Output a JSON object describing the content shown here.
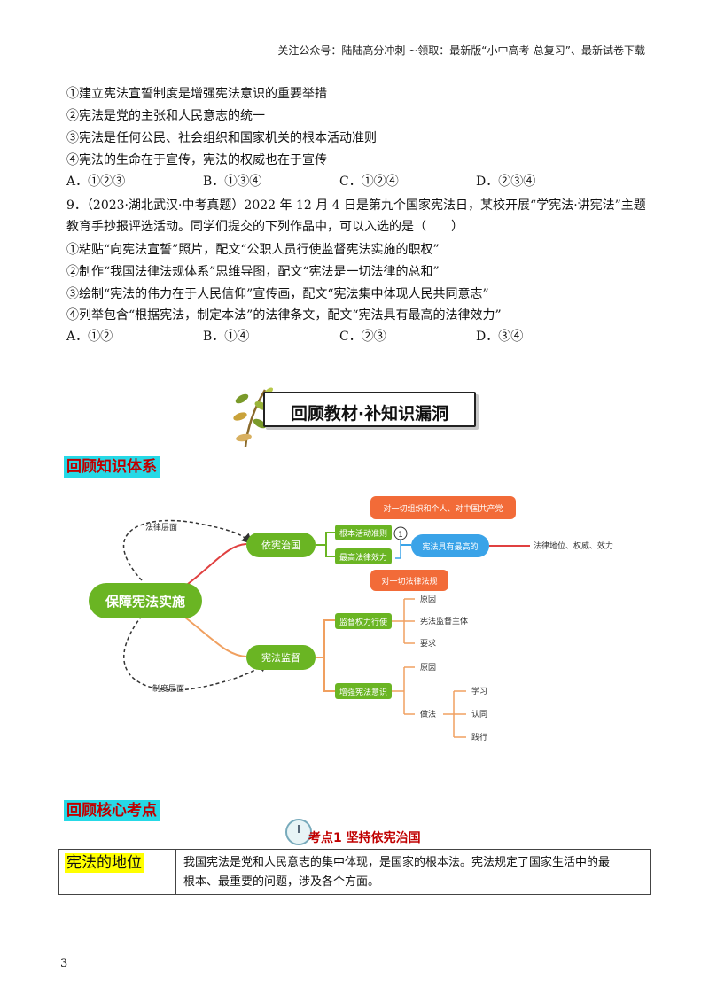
{
  "header": "关注公众号：陆陆高分冲刺 ~领取：最新版“小中高考-总复习”、最新试卷下载",
  "q8": {
    "items": [
      "①建立宪法宣誓制度是增强宪法意识的重要举措",
      "②宪法是党的主张和人民意志的统一",
      "③宪法是任何公民、社会组织和国家机关的根本活动准则",
      "④宪法的生命在于宣传，宪法的权威也在于宣传"
    ],
    "options": [
      "A．①②③",
      "B．①③④",
      "C．①②④",
      "D．②③④"
    ]
  },
  "q9": {
    "stem_line1": "9．（2023·湖北武汉·中考真题）2022 年 12 月 4 日是第九个国家宪法日，某校开展“学宪法·讲宪法”主题",
    "stem_line2": "教育手抄报评选活动。同学们提交的下列作品中，可以入选的是（　　）",
    "items": [
      "①粘贴“向宪法宣誓”照片，配文“公职人员行使监督宪法实施的职权”",
      "②制作“我国法律法规体系”思维导图，配文“宪法是一切法律的总和”",
      "③绘制“宪法的伟力在于人民信仰”宣传画，配文“宪法集中体现人民共同意志”",
      "④列举包含“根据宪法，制定本法”的法律条文，配文“宪法具有最高的法律效力”"
    ],
    "options": [
      "A．①②",
      "B．①④",
      "C．②③",
      "D．③④"
    ]
  },
  "banner": "回顾教材·补知识漏洞",
  "section1": "回顾知识体系",
  "mindmap": {
    "center": "保障宪法实施",
    "upper_dashed_label": "法律层面",
    "lower_dashed_label": "制度层面",
    "branch1": "依宪治国",
    "branch1_children": [
      "根本活动准则",
      "最高法律效力"
    ],
    "orange_top": "对一切组织和个人、对中国共产党",
    "orange_bottom": "对一切法律法规",
    "circle_num": "1",
    "blue_node": "宪法具有最高的",
    "blue_leaf": "法律地位、权威、效力",
    "branch2": "宪法监督",
    "supervise": "监督权力行使",
    "supervise_children": [
      "原因",
      "宪法监督主体",
      "要求"
    ],
    "awareness": "增强宪法意识",
    "awareness_children": [
      "原因",
      "做法"
    ],
    "practice_children": [
      "学习",
      "认同",
      "践行"
    ]
  },
  "section2": "回顾核心考点",
  "kp_title": "考点1  坚持依宪治国",
  "kp_table": {
    "term": "宪法的地位",
    "line1": "我国宪法是党和人民意志的集中体现，是国家的根本法。宪法规定了国家生活中的最",
    "line2": "根本、最重要的问题，涉及各个方面。"
  },
  "page_number": "3",
  "colors": {
    "green": "#6ab523",
    "orange": "#f26b38",
    "blue": "#3aa3e8",
    "red_heading": "#c00000",
    "cyan_highlight": "#26d9e6",
    "yellow_highlight": "#ffff00"
  }
}
